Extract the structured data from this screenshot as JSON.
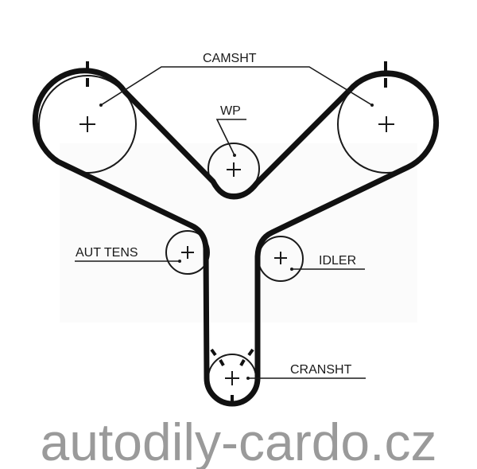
{
  "diagram": {
    "labels": {
      "camshaft": "CAMSHT",
      "water_pump": "WP",
      "auto_tensioner": "AUT TENS",
      "idler": "IDLER",
      "crankshaft": "CRANSHT"
    },
    "watermark": "autodily-cardo.cz",
    "colors": {
      "belt": "#111111",
      "watermark": "#9a9a9a"
    }
  }
}
